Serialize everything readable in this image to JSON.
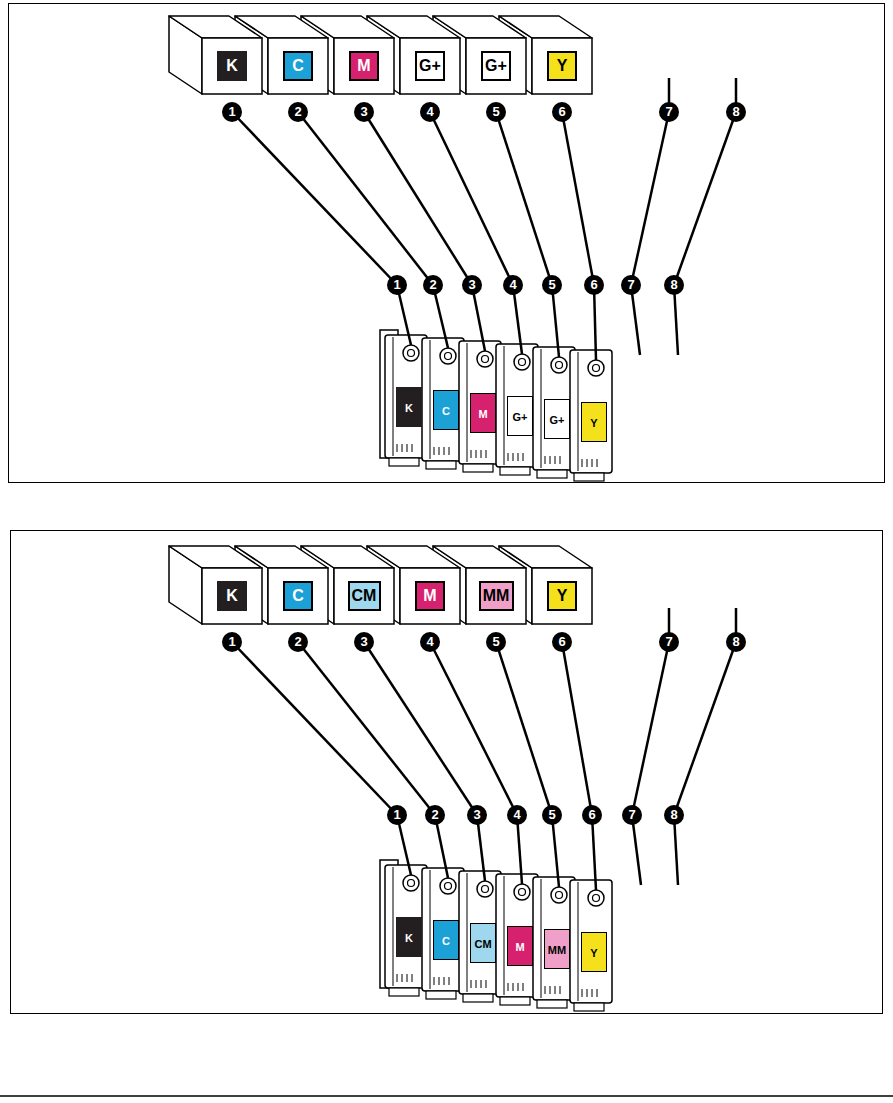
{
  "diagram": {
    "nodes": [
      {
        "text": [
          "K"
        ]
      },
      {
        "text": [
          "C"
        ]
      },
      {
        "text": [
          "M"
        ]
      },
      {
        "text": [
          "G+"
        ]
      },
      {
        "text": [
          "G+"
        ]
      },
      {
        "text": [
          "Y"
        ]
      },
      {
        "text": [
          "K"
        ]
      },
      {
        "text": [
          "C"
        ]
      },
      {
        "text": [
          "CM"
        ]
      },
      {
        "text": [
          "M"
        ]
      },
      {
        "text": [
          "MM"
        ]
      },
      {
        "text": [
          "Y"
        ]
      }
    ],
    "labels": [
      "1",
      "2",
      "3",
      "4",
      "5",
      "6",
      "7",
      "8",
      "1",
      "2",
      "3",
      "4",
      "5",
      "6",
      "7",
      "8",
      "K",
      "C",
      "M",
      "G+",
      "G+",
      "Y",
      "1",
      "2",
      "3",
      "4",
      "5",
      "6",
      "7",
      "8",
      "1",
      "2",
      "3",
      "4",
      "5",
      "6",
      "7",
      "8",
      "K",
      "C",
      "CM",
      "M",
      "MM",
      "Y"
    ]
  }
}
